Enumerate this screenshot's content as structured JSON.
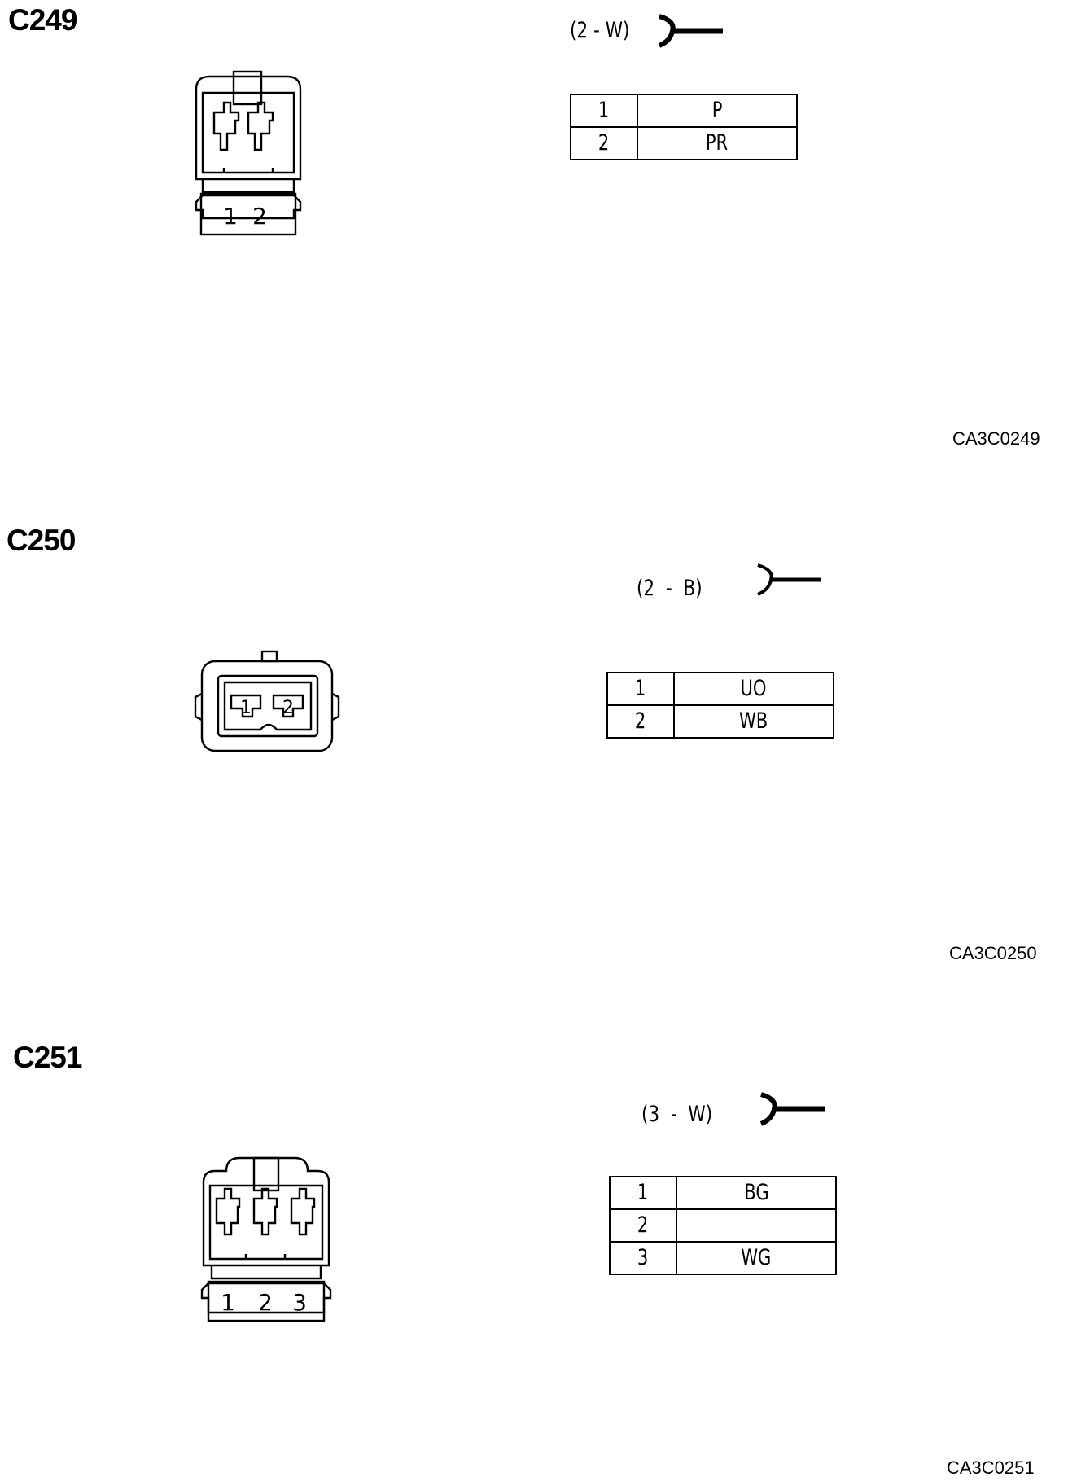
{
  "sections": [
    {
      "connector": "C249",
      "spec": "(2 - W)",
      "pins": [
        {
          "num": "1",
          "wire": "P"
        },
        {
          "num": "2",
          "wire": "PR"
        }
      ],
      "face_labels": [
        "1",
        "2"
      ],
      "ref": "CA3C0249"
    },
    {
      "connector": "C250",
      "spec": "(2  -  B)",
      "pins": [
        {
          "num": "1",
          "wire": "UO"
        },
        {
          "num": "2",
          "wire": "WB"
        }
      ],
      "face_labels": [
        "1",
        "2"
      ],
      "ref": "CA3C0250"
    },
    {
      "connector": "C251",
      "spec": "(3  -  W)",
      "pins": [
        {
          "num": "1",
          "wire": "BG"
        },
        {
          "num": "2",
          "wire": ""
        },
        {
          "num": "3",
          "wire": "WG"
        }
      ],
      "face_labels": [
        "1",
        "2",
        "3"
      ],
      "ref": "CA3C0251"
    }
  ]
}
